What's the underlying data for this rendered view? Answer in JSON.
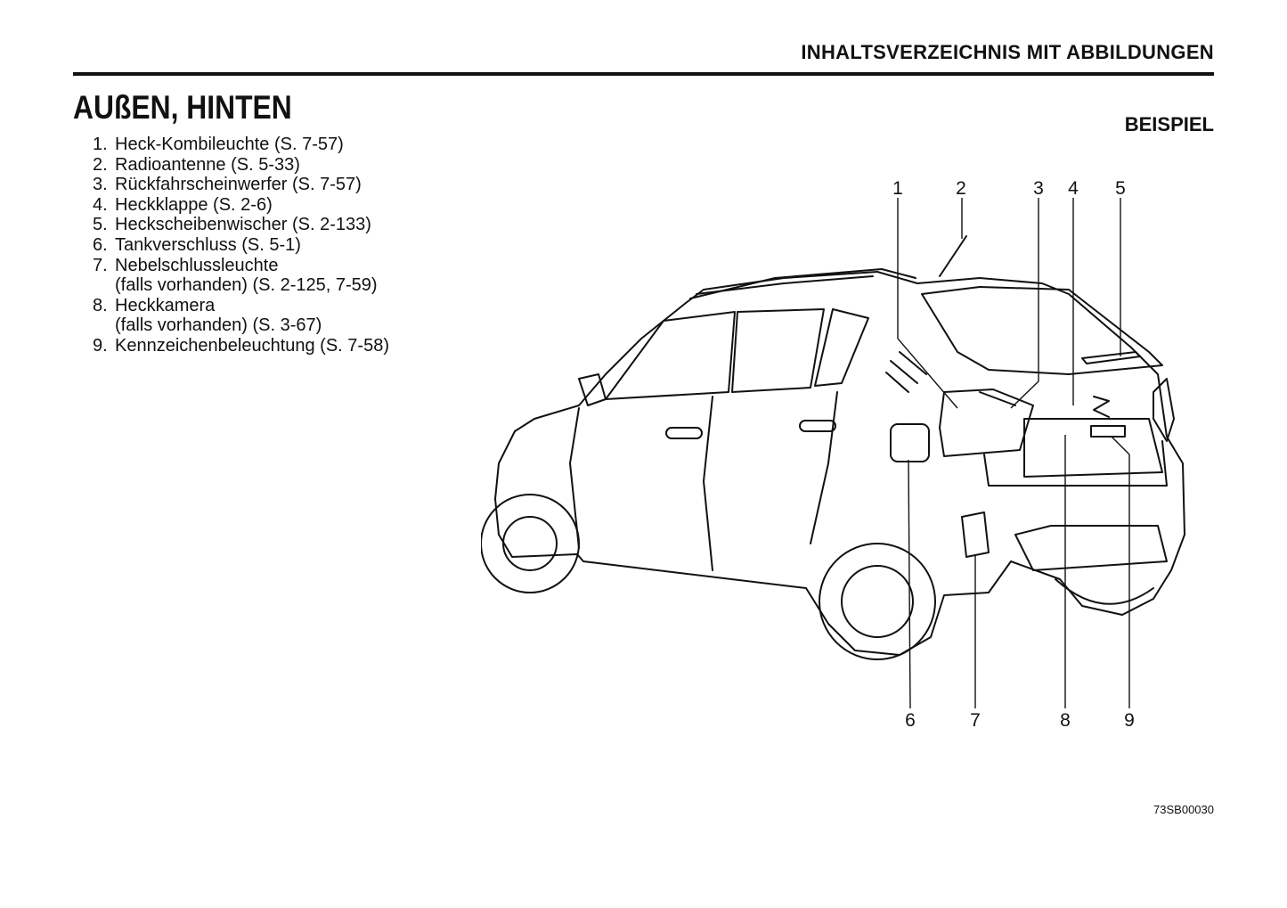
{
  "header": {
    "section_title": "INHALTSVERZEICHNIS MIT ABBILDUNGEN"
  },
  "page": {
    "title": "AUßEN, HINTEN",
    "example_label": "BEISPIEL",
    "figure_code": "73SB00030"
  },
  "legend": [
    {
      "num": "1.",
      "text": "Heck-Kombileuchte (S. 7-57)"
    },
    {
      "num": "2.",
      "text": "Radioantenne (S. 5-33)"
    },
    {
      "num": "3.",
      "text": "Rückfahrscheinwerfer (S. 7-57)"
    },
    {
      "num": "4.",
      "text": "Heckklappe (S. 2-6)"
    },
    {
      "num": "5.",
      "text": "Heckscheibenwischer (S. 2-133)"
    },
    {
      "num": "6.",
      "text": "Tankverschluss (S. 5-1)"
    },
    {
      "num": "7.",
      "text": "Nebelschlussleuchte",
      "cont": "(falls vorhanden) (S. 2-125, 7-59)"
    },
    {
      "num": "8.",
      "text": "Heckkamera",
      "cont": "(falls vorhanden) (S. 3-67)"
    },
    {
      "num": "9.",
      "text": "Kennzeichenbeleuchtung (S. 7-58)"
    }
  ],
  "callouts": {
    "c1": "1",
    "c2": "2",
    "c3": "3",
    "c4": "4",
    "c5": "5",
    "c6": "6",
    "c7": "7",
    "c8": "8",
    "c9": "9"
  }
}
